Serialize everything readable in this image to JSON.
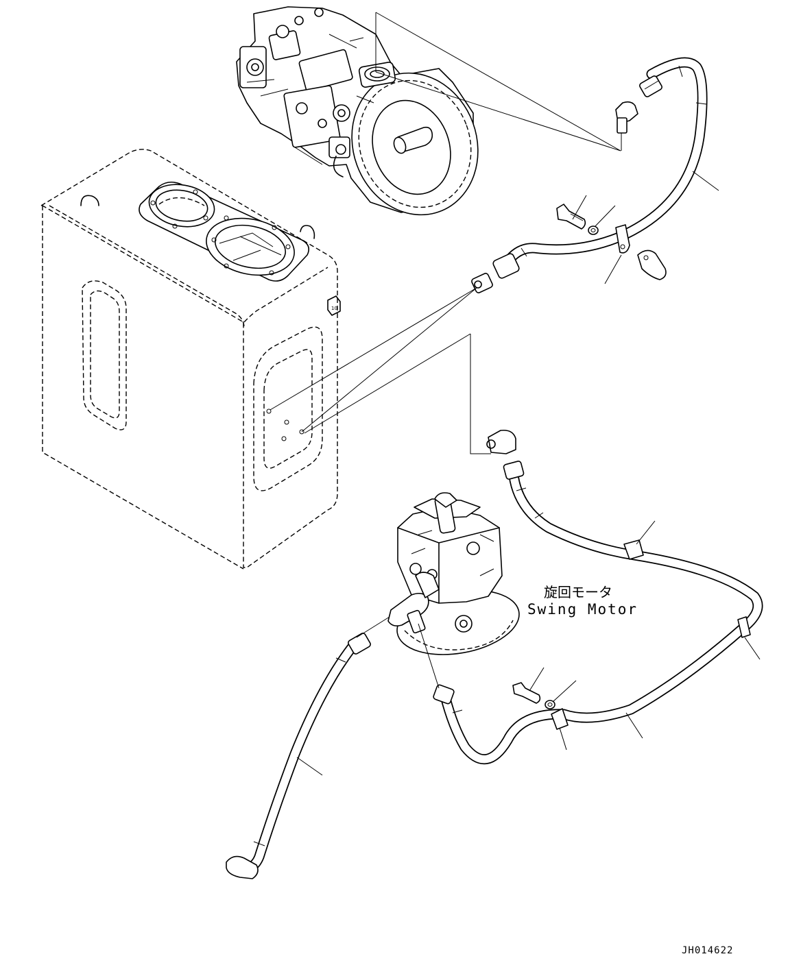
{
  "labels": {
    "component_jp": "旋回モータ",
    "component_en": "Swing Motor"
  },
  "drawing_number": "JH014622"
}
